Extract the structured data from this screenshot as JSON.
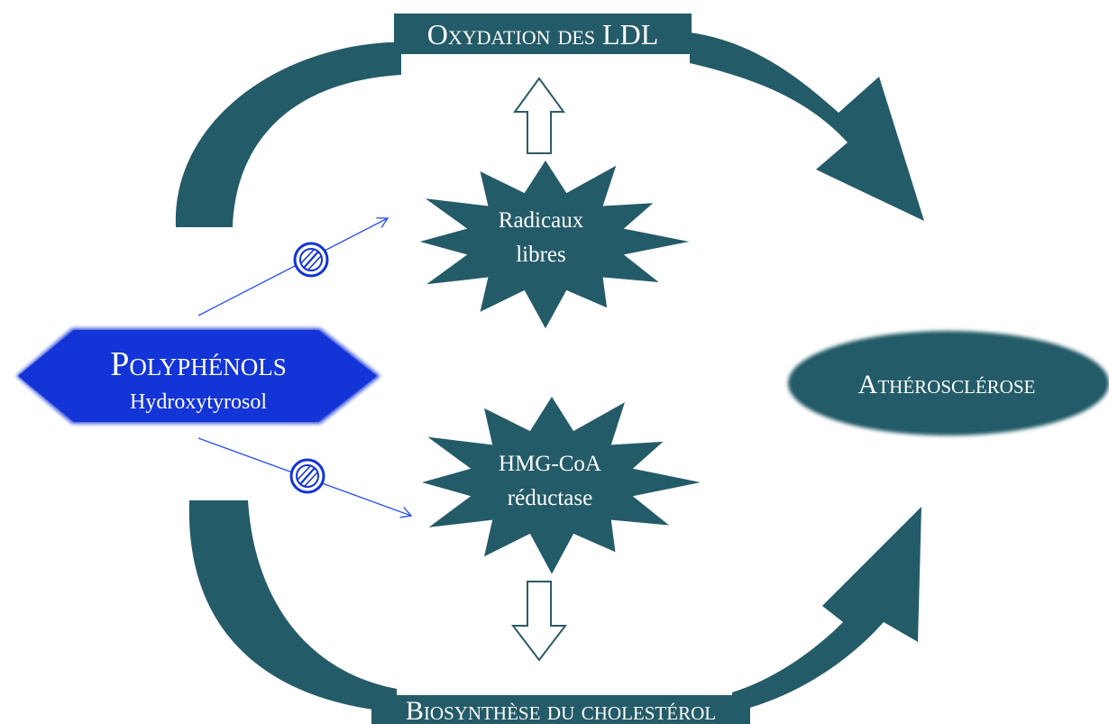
{
  "colors": {
    "teal": "#245b68",
    "blue": "#1334d6",
    "blue_stroke": "#2f55ee",
    "white": "#ffffff",
    "outline": "#2d5a66"
  },
  "nodes": {
    "polyphenols": {
      "title": "Polyphénols",
      "subtitle": "Hydroxytyrosol"
    },
    "oxidation": {
      "label": "Oxydation des LDL"
    },
    "radicals": {
      "line1": "Radicaux",
      "line2": "libres"
    },
    "hmg": {
      "line1": "HMG-CoA",
      "line2": "réductase"
    },
    "biosynthesis": {
      "label": "Biosynthèse du cholestérol"
    },
    "atherosclerosis": {
      "label": "Athérosclérose"
    }
  },
  "icons": {
    "inhibit_top": "inhibition-icon",
    "inhibit_bottom": "inhibition-icon",
    "arrow_up": "hollow-arrow-up-icon",
    "arrow_down": "hollow-arrow-down-icon"
  }
}
